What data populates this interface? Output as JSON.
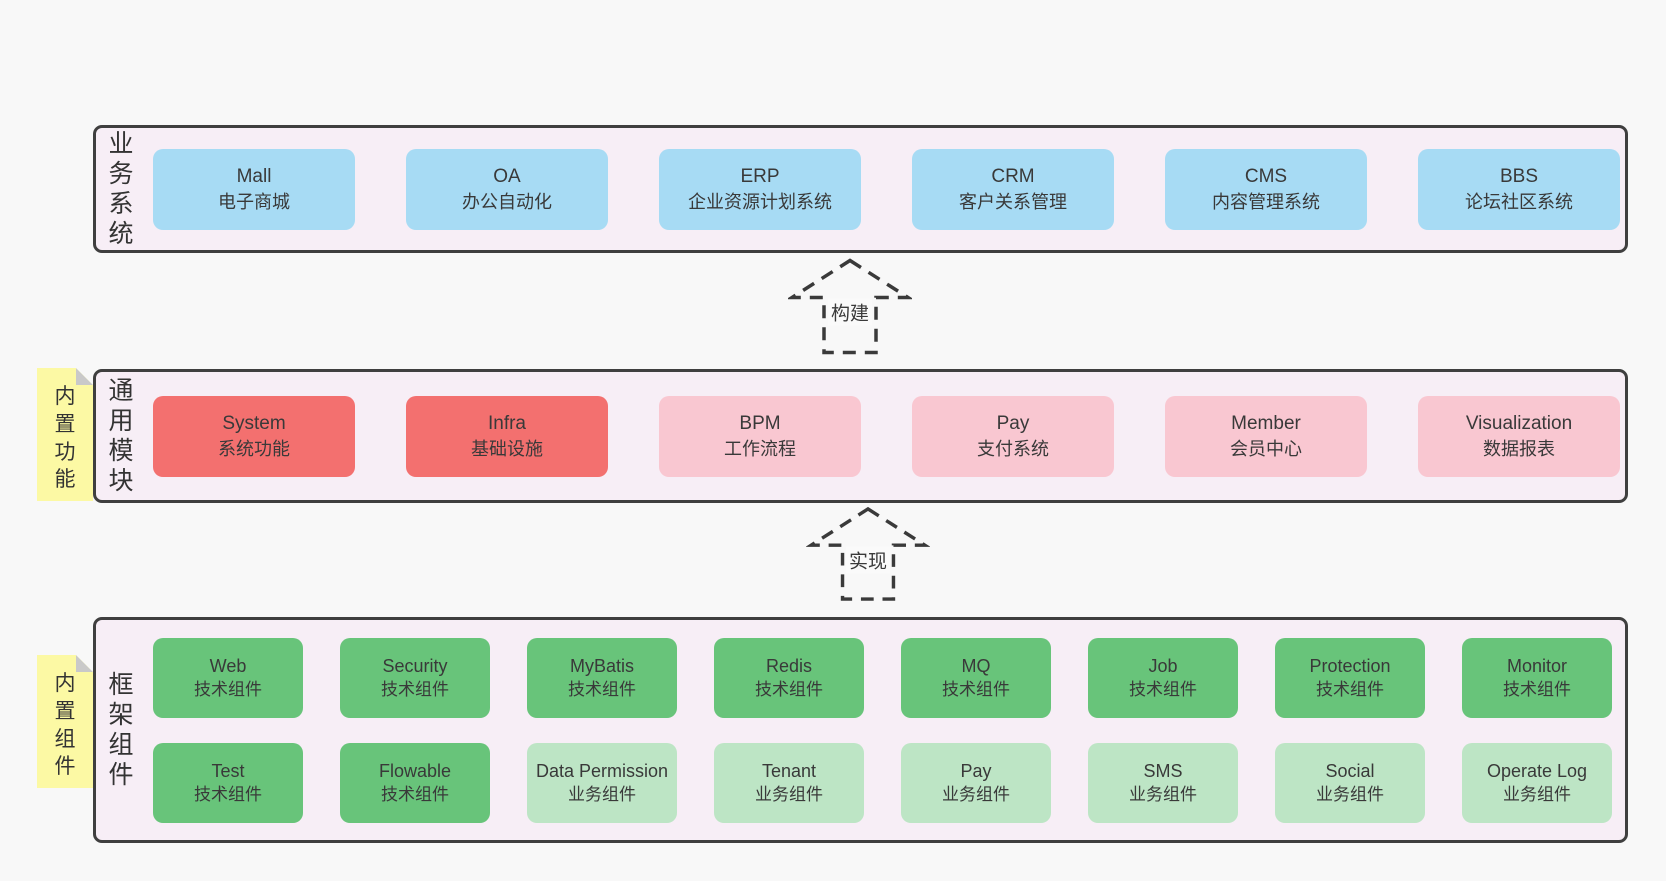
{
  "palette": {
    "page_bg": "#f8f8f8",
    "container_bg": "#f7eef6",
    "border": "#3f3f3f",
    "blue": "#a7dbf4",
    "red": "#f3706f",
    "pink": "#f9c7d1",
    "green": "#68c47a",
    "green_light": "#bde5c5",
    "sticky_yellow": "#fcf9a4",
    "sticky_fold": "#c9c9c9",
    "text": "#393939"
  },
  "layers": {
    "business": {
      "label": "业务系统",
      "boxes": [
        {
          "name": "Mall",
          "desc": "电子商城"
        },
        {
          "name": "OA",
          "desc": "办公自动化"
        },
        {
          "name": "ERP",
          "desc": "企业资源计划系统"
        },
        {
          "name": "CRM",
          "desc": "客户关系管理"
        },
        {
          "name": "CMS",
          "desc": "内容管理系统"
        },
        {
          "name": "BBS",
          "desc": "论坛社区系统"
        }
      ]
    },
    "modules": {
      "label": "通用模块",
      "sticky": "内置功能",
      "boxes": [
        {
          "name": "System",
          "desc": "系统功能",
          "variant": "red"
        },
        {
          "name": "Infra",
          "desc": "基础设施",
          "variant": "red"
        },
        {
          "name": "BPM",
          "desc": "工作流程",
          "variant": "pink"
        },
        {
          "name": "Pay",
          "desc": "支付系统",
          "variant": "pink"
        },
        {
          "name": "Member",
          "desc": "会员中心",
          "variant": "pink"
        },
        {
          "name": "Visualization",
          "desc": "数据报表",
          "variant": "pink"
        }
      ]
    },
    "components": {
      "label": "框架组件",
      "sticky": "内置组件",
      "row1": [
        {
          "name": "Web",
          "desc": "技术组件",
          "variant": "green"
        },
        {
          "name": "Security",
          "desc": "技术组件",
          "variant": "green"
        },
        {
          "name": "MyBatis",
          "desc": "技术组件",
          "variant": "green"
        },
        {
          "name": "Redis",
          "desc": "技术组件",
          "variant": "green"
        },
        {
          "name": "MQ",
          "desc": "技术组件",
          "variant": "green"
        },
        {
          "name": "Job",
          "desc": "技术组件",
          "variant": "green"
        },
        {
          "name": "Protection",
          "desc": "技术组件",
          "variant": "green"
        },
        {
          "name": "Monitor",
          "desc": "技术组件",
          "variant": "green"
        }
      ],
      "row2": [
        {
          "name": "Test",
          "desc": "技术组件",
          "variant": "green"
        },
        {
          "name": "Flowable",
          "desc": "技术组件",
          "variant": "green"
        },
        {
          "name": "Data Permission",
          "desc": "业务组件",
          "variant": "green_light"
        },
        {
          "name": "Tenant",
          "desc": "业务组件",
          "variant": "green_light"
        },
        {
          "name": "Pay",
          "desc": "业务组件",
          "variant": "green_light"
        },
        {
          "name": "SMS",
          "desc": "业务组件",
          "variant": "green_light"
        },
        {
          "name": "Social",
          "desc": "业务组件",
          "variant": "green_light"
        },
        {
          "name": "Operate Log",
          "desc": "业务组件",
          "variant": "green_light"
        }
      ]
    }
  },
  "arrows": {
    "build": "构建",
    "implement": "实现"
  }
}
